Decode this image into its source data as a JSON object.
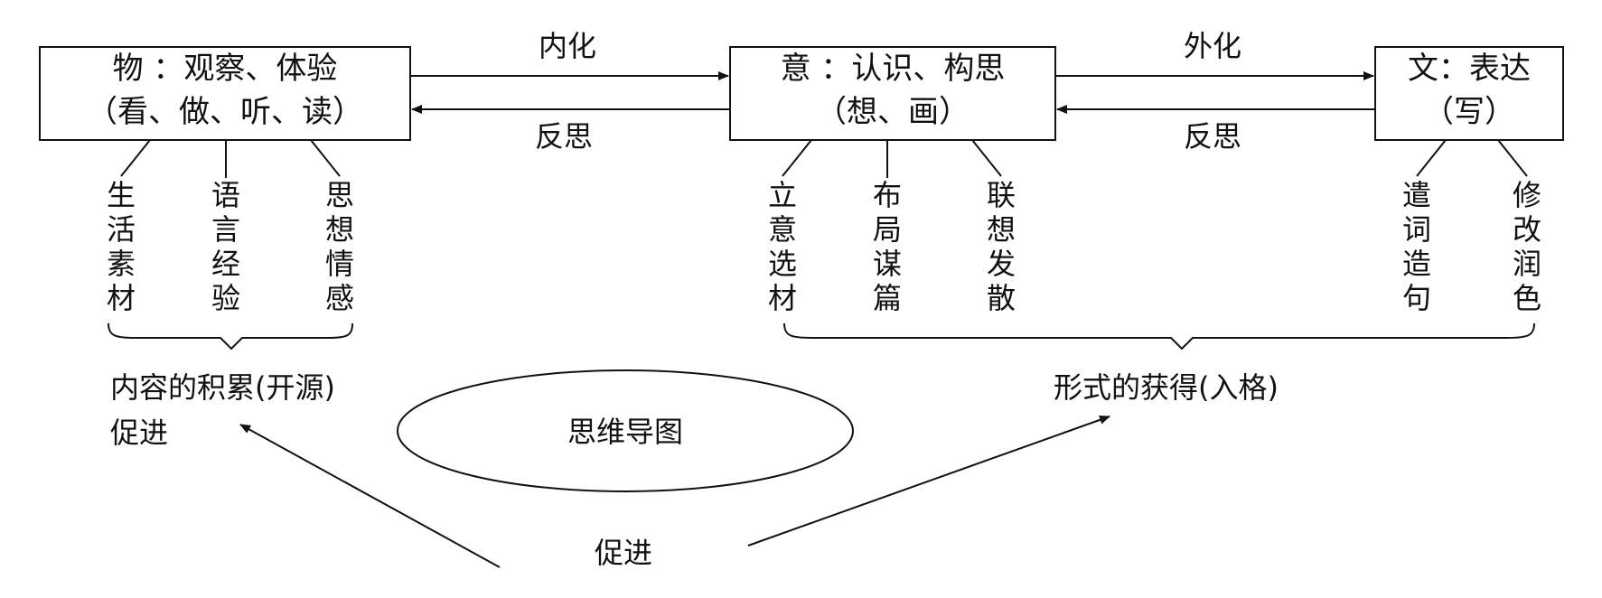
{
  "boxes": {
    "wu": {
      "line1": "物 ：观察、体验",
      "line2": "（看、做、听、读）"
    },
    "yi": {
      "line1": "意 ：认识、构思",
      "line2": "（想、画）"
    },
    "wen": {
      "line1": "文：表达",
      "line2": "（写）"
    }
  },
  "arrows": {
    "neihua": "内化",
    "fansi_1": "反思",
    "waihua": "外化",
    "fansi_2": "反思"
  },
  "branches": {
    "wu": [
      "生活素材",
      "语言经验",
      "思想情感"
    ],
    "yi": [
      "立意选材",
      "布局谋篇",
      "联想发散"
    ],
    "wen": [
      "遣词造句",
      "修改润色"
    ]
  },
  "outcomes": {
    "content": "内容的积累(开源)",
    "form": "形式的获得(入格)",
    "promote_left": "促进",
    "promote_bottom": "促进"
  },
  "center": {
    "label": "思维导图"
  }
}
